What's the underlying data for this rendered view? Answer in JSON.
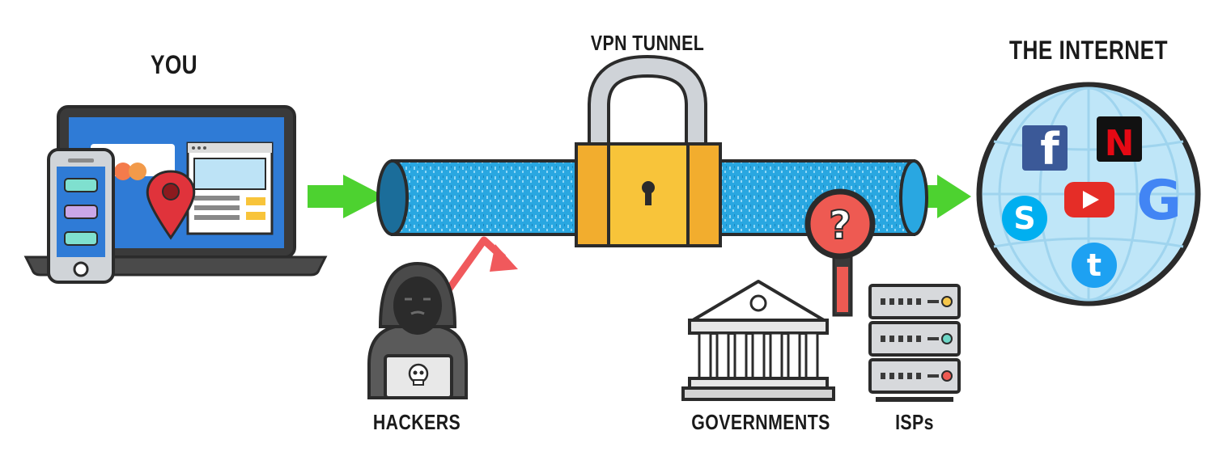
{
  "labels": {
    "you": "YOU",
    "vpn_tunnel": "VPN TUNNEL",
    "the_internet": "THE INTERNET",
    "hackers": "HACKERS",
    "governments": "GOVERNMENTS",
    "isps": "ISPs"
  },
  "services": [
    {
      "name": "facebook",
      "glyph": "f",
      "color": "#3b5998"
    },
    {
      "name": "netflix",
      "glyph": "N",
      "color": "#e50914"
    },
    {
      "name": "youtube",
      "glyph": "▶",
      "color": "#e52d27"
    },
    {
      "name": "google",
      "glyph": "G",
      "color": "#4285f4"
    },
    {
      "name": "skype",
      "glyph": "S",
      "color": "#00aff0"
    },
    {
      "name": "twitter",
      "glyph": "t",
      "color": "#1da1f2"
    }
  ],
  "server_lights": [
    "#f5c64a",
    "#6dd6c6",
    "#ee5a52"
  ],
  "colors": {
    "tunnel": "#29a7e1",
    "lock_body": "#f8c43a",
    "arrow_in": "#4dd230",
    "arrow_hacker": "#f0595c",
    "globe": "#bfe6f8",
    "outline": "#2b2b2b"
  }
}
